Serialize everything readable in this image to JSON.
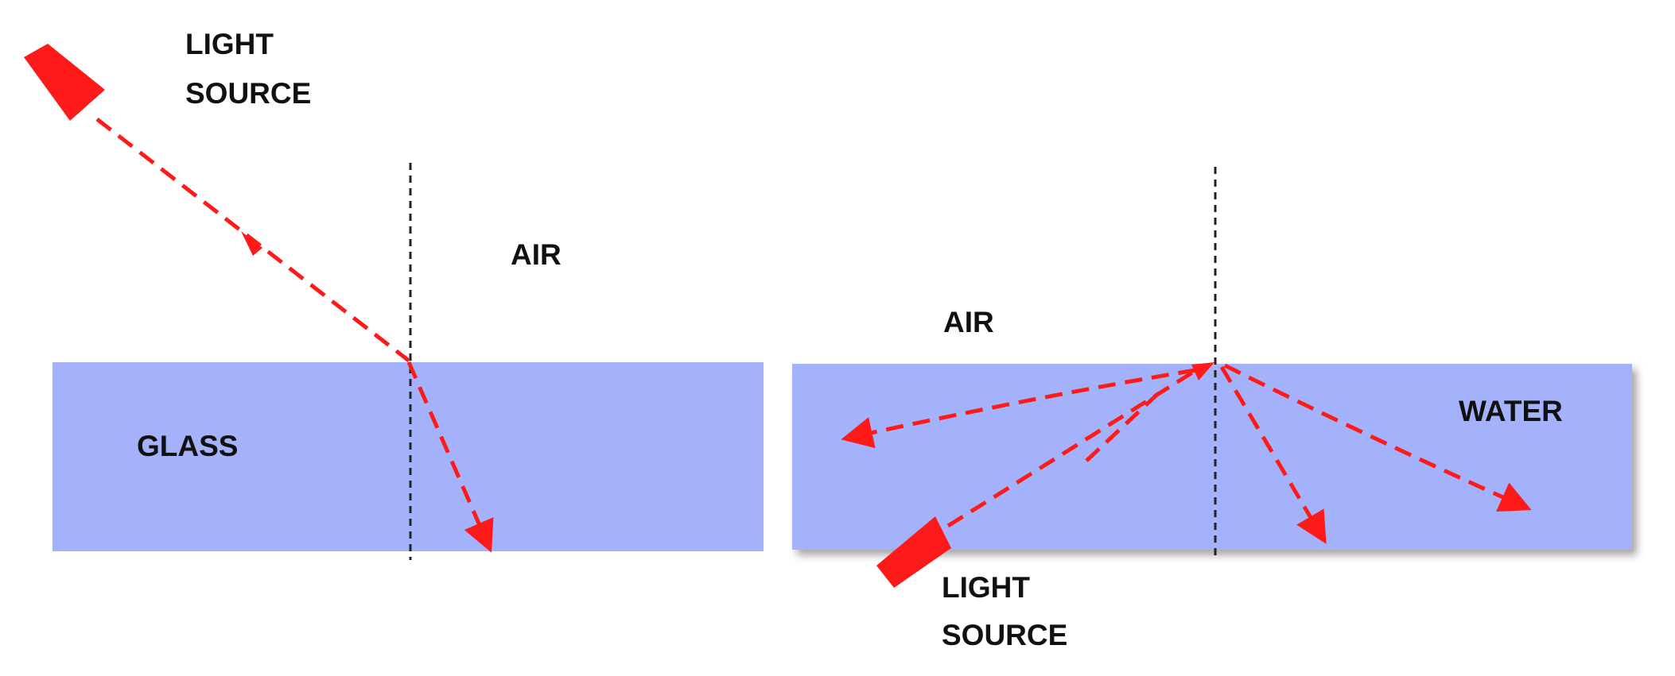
{
  "colors": {
    "medium": "#a4b2fb",
    "ray": "#ff1a1a",
    "normal": "#222222",
    "text": "#111111"
  },
  "left_panel": {
    "source_label_line1": "LIGHT",
    "source_label_line2": "SOURCE",
    "air_label": "AIR",
    "medium_label": "GLASS"
  },
  "right_panel": {
    "source_label_line1": "LIGHT",
    "source_label_line2": "SOURCE",
    "air_label": "AIR",
    "medium_label": "WATER"
  }
}
